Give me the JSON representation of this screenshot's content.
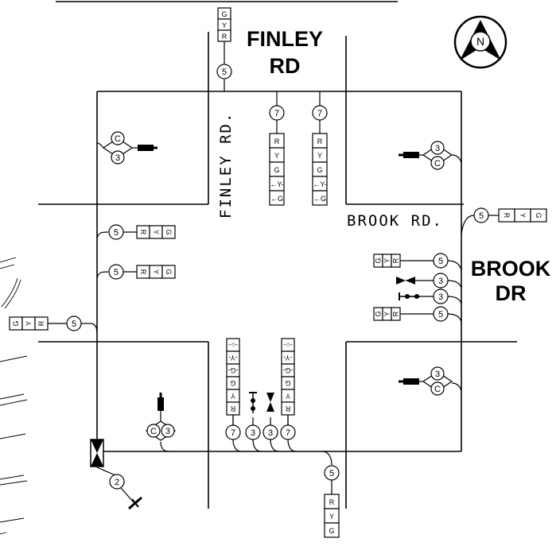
{
  "title_finley": [
    "FINLEY",
    "RD"
  ],
  "title_brook": [
    "BROOK",
    "DR"
  ],
  "road_finley_vertical": "FINLEY RD.",
  "road_brook_horizontal": "BROOK RD.",
  "north_label": "N",
  "signal_n_rev": [
    "G",
    "Y",
    "R"
  ],
  "signal_s": [
    "R",
    "Y",
    "G"
  ],
  "signal_ryg_h": [
    "R",
    "Y",
    "G"
  ],
  "signal_gyr_h": [
    "G",
    "Y",
    "R"
  ],
  "signal_ryg_arrows": [
    "R",
    "Y",
    "G",
    "←Y-",
    "←G"
  ],
  "signal_arrows_rev": [
    "-○-",
    "-Y-",
    "-G-",
    "G",
    "Y",
    "R"
  ],
  "cable_5": "5",
  "cable_7": "7",
  "cable_3": "3",
  "cable_2": "2",
  "detector_c": "C",
  "detector_3": "3",
  "colors": {
    "ink": "#000000",
    "paper": "#ffffff"
  }
}
